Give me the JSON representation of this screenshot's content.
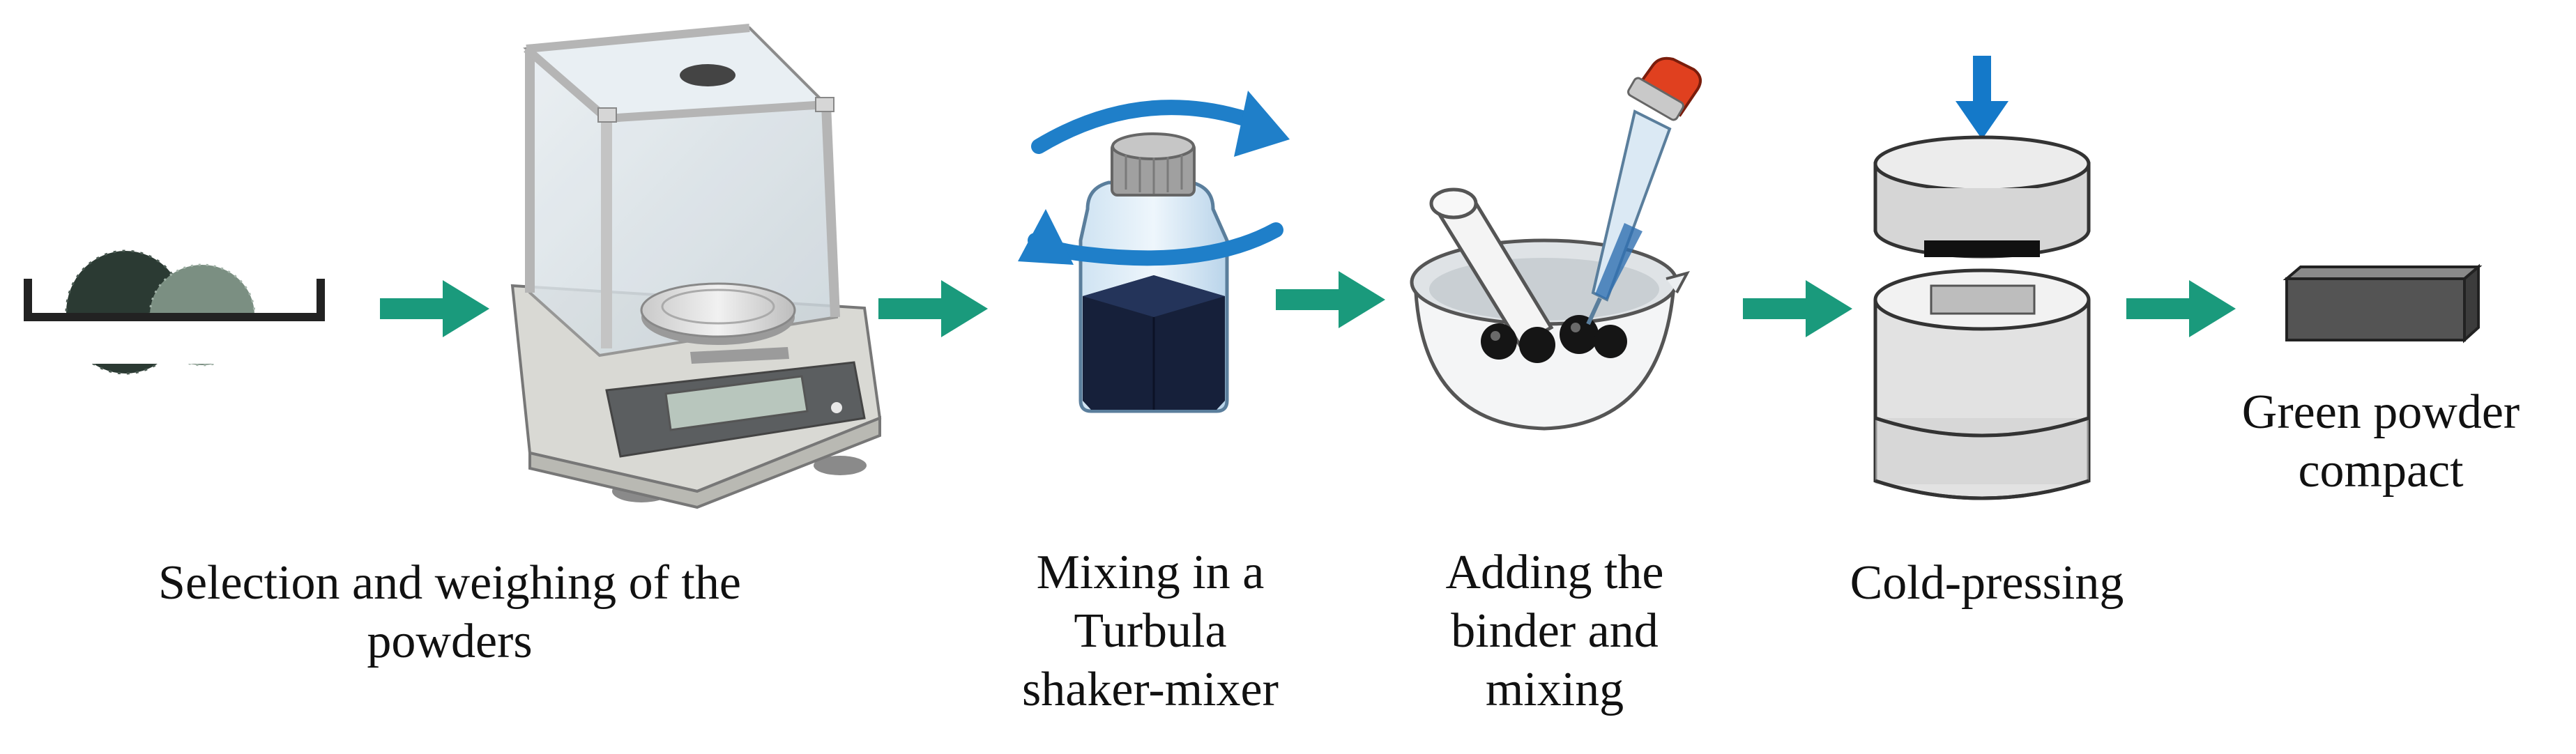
{
  "colors": {
    "flow_arrow": "#1a9a7c",
    "rotation_arrow": "#1f7fc9",
    "press_arrow": "#1479c9",
    "dropper_bulb": "#e0401f",
    "powder_dark": "#2b3a33",
    "powder_light": "#7b8f82",
    "liquid": "#16203a",
    "compact": "#545454"
  },
  "icons": [
    "powder-tray-icon",
    "analytical-balance-icon",
    "shaker-bottle-icon",
    "mortar-pestle-dropper-icon",
    "press-die-icon",
    "green-compact-icon"
  ],
  "steps": [
    {
      "lines": [
        "Selection and weighing of the",
        "powders"
      ]
    },
    {
      "lines": [
        "Mixing in a",
        "Turbula",
        "shaker-mixer"
      ]
    },
    {
      "lines": [
        "Adding the",
        "binder and",
        "mixing"
      ]
    },
    {
      "lines": [
        "Cold-pressing"
      ]
    },
    {
      "lines": [
        "Green powder",
        "compact"
      ]
    }
  ]
}
